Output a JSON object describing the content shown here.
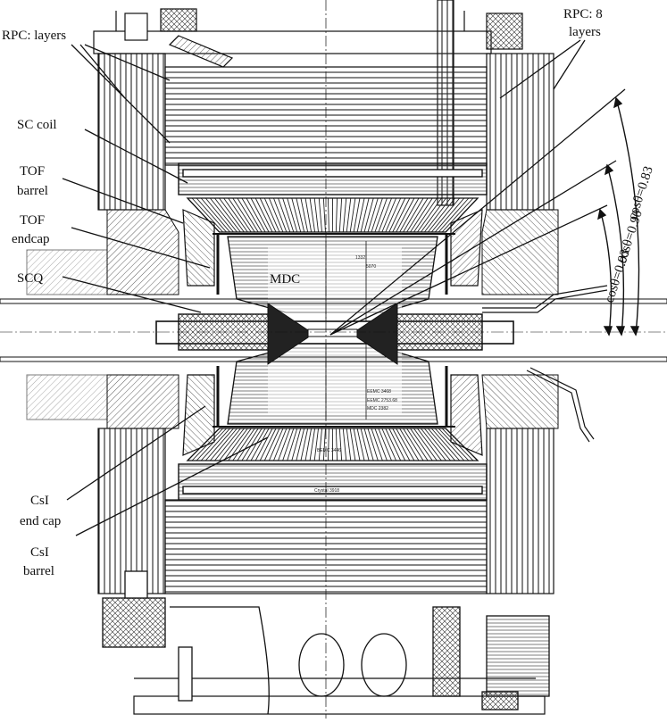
{
  "labels": {
    "rpc_left": "RPC: layers",
    "rpc_right_line1": "RPC: 8",
    "rpc_right_line2": "layers",
    "sc_coil": "SC coil",
    "tof_barrel_line1": "TOF",
    "tof_barrel_line2": "barrel",
    "tof_endcap_line1": "TOF",
    "tof_endcap_line2": "endcap",
    "scq": "SCQ",
    "mdc": "MDC",
    "csi_endcap_line1": "CsI",
    "csi_endcap_line2": "end cap",
    "csi_barrel_line1": "CsI",
    "csi_barrel_line2": "barrel"
  },
  "angles": {
    "cos_083": "cosθ=0.83",
    "cos_090": "cosθ=0.90",
    "cos_093": "cosθ=0.93"
  },
  "drawing_notes": {
    "crystal": "Crystal 3918",
    "bemc": "BEMC 3446",
    "eemc1": "EEMC 3468",
    "eemc2": "EEMC 2753.68",
    "mdc_note": "MDC 2382",
    "n_5070": "5070",
    "n_1332": "1332"
  },
  "colors": {
    "ink": "#111111",
    "hatch": "#333333",
    "background": "#ffffff"
  }
}
